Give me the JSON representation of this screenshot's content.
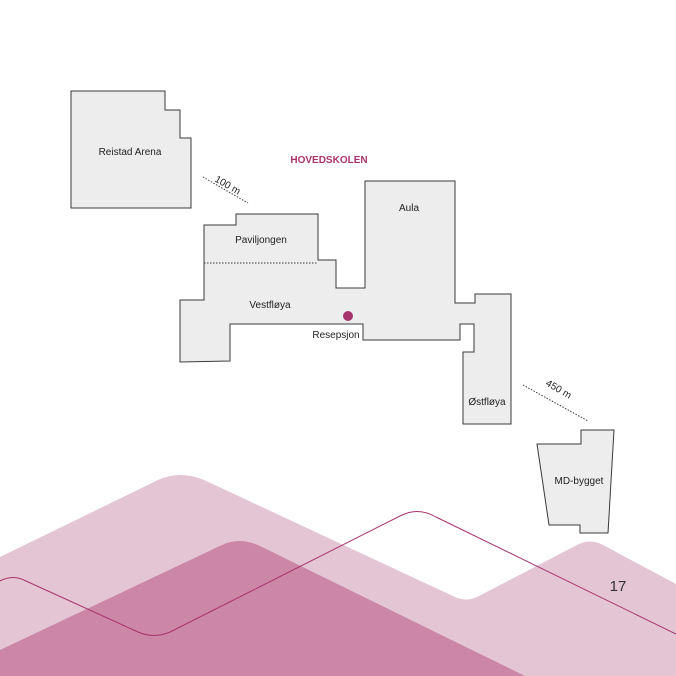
{
  "colors": {
    "accent": "#a8346e",
    "wave_light": "#e4c5d4",
    "wave_dark": "#cc86a6",
    "building_fill": "#ededed",
    "building_stroke": "#3a3a3a"
  },
  "map": {
    "heading": "HOVEDSKOLEN",
    "buildings": {
      "reistad_arena": "Reistad Arena",
      "paviljongen": "Paviljongen",
      "aula": "Aula",
      "vestfloya": "Vestfløya",
      "ostfloya": "Østfløya",
      "md_bygget": "MD-bygget"
    },
    "reception": {
      "label": "Resepsjon",
      "icon": "location-dot-icon"
    },
    "distances": {
      "arena_to_pavilion": "100 m",
      "ostfloya_to_md": "450 m"
    }
  },
  "page_number": "17"
}
